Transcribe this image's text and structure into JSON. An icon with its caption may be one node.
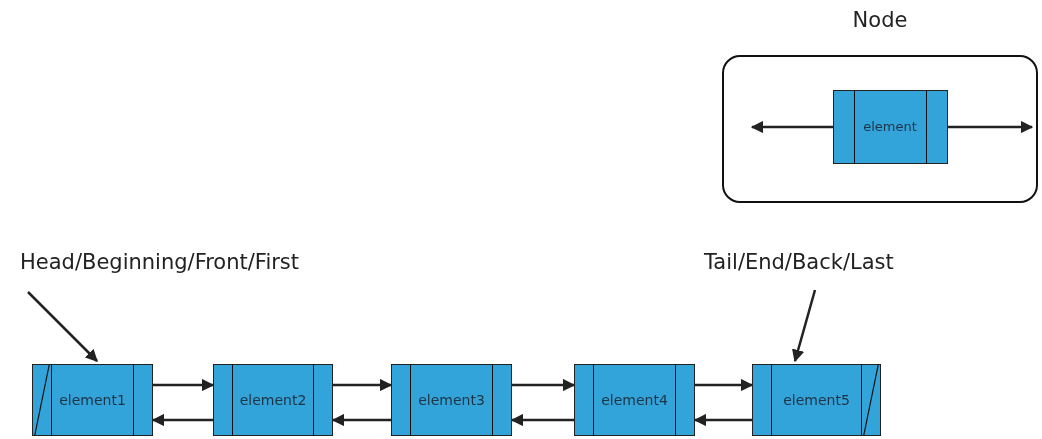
{
  "diagram": {
    "nodes": [
      {
        "text": [
          "Node"
        ]
      },
      {
        "text": [
          "element"
        ],
        "in": 0
      },
      {
        "text": [
          "Head/Beginning/Front/First"
        ]
      },
      {
        "text": [
          "Tail/End/Back/Last"
        ]
      },
      {
        "text": [
          "element1"
        ]
      },
      {
        "text": [
          "element2"
        ]
      },
      {
        "text": [
          "element3"
        ]
      },
      {
        "text": [
          "element4"
        ]
      },
      {
        "text": [
          "element5"
        ]
      }
    ],
    "edges": [
      {
        "from": 1,
        "to": null,
        "arrow": "to"
      },
      {
        "from": 1,
        "to": null,
        "arrow": "to"
      },
      {
        "from": 2,
        "to": 4,
        "arrow": "to"
      },
      {
        "from": 3,
        "to": 8,
        "arrow": "to"
      },
      {
        "from": 4,
        "to": 5,
        "arrow": "to"
      },
      {
        "from": 5,
        "to": 4,
        "arrow": "to"
      },
      {
        "from": 5,
        "to": 6,
        "arrow": "to"
      },
      {
        "from": 6,
        "to": 5,
        "arrow": "to"
      },
      {
        "from": 6,
        "to": 7,
        "arrow": "to"
      },
      {
        "from": 7,
        "to": 6,
        "arrow": "to"
      },
      {
        "from": 7,
        "to": 8,
        "arrow": "to"
      },
      {
        "from": 8,
        "to": 7,
        "arrow": "to"
      }
    ]
  }
}
